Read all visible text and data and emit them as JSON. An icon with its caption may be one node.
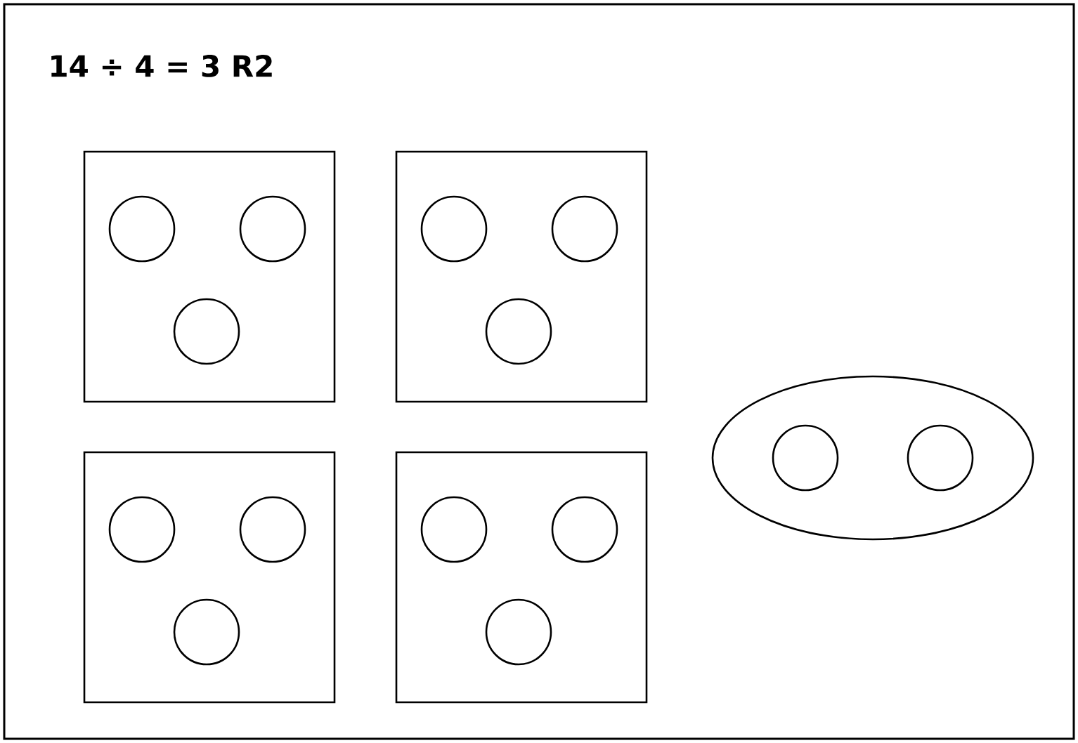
{
  "diagram": {
    "title": "14 ÷ 4 = 3 R2",
    "nodes": [
      {
        "text": [],
        "shape": "box"
      },
      {
        "text": [],
        "shape": "circle",
        "in": 0
      },
      {
        "text": [],
        "shape": "circle",
        "in": 0
      },
      {
        "text": [],
        "shape": "circle",
        "in": 0
      },
      {
        "text": [],
        "shape": "box"
      },
      {
        "text": [],
        "shape": "circle",
        "in": 4
      },
      {
        "text": [],
        "shape": "circle",
        "in": 4
      },
      {
        "text": [],
        "shape": "circle",
        "in": 4
      },
      {
        "text": [],
        "shape": "box"
      },
      {
        "text": [],
        "shape": "circle",
        "in": 8
      },
      {
        "text": [],
        "shape": "circle",
        "in": 8
      },
      {
        "text": [],
        "shape": "circle",
        "in": 8
      },
      {
        "text": [],
        "shape": "box"
      },
      {
        "text": [],
        "shape": "circle",
        "in": 12
      },
      {
        "text": [],
        "shape": "circle",
        "in": 12
      },
      {
        "text": [],
        "shape": "circle",
        "in": 12
      },
      {
        "text": [],
        "shape": "ellipse"
      },
      {
        "text": [],
        "shape": "circle",
        "in": 16
      },
      {
        "text": [],
        "shape": "circle",
        "in": 16
      }
    ]
  }
}
